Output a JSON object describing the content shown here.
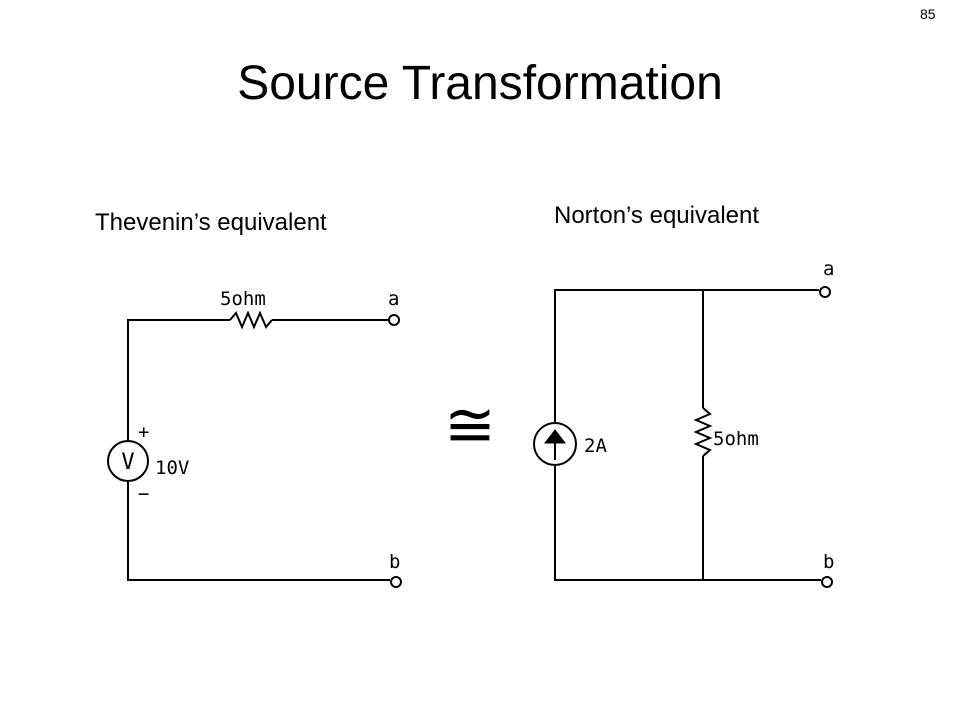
{
  "slide": {
    "page_number": "85",
    "title": "Source Transformation"
  },
  "thevenin": {
    "heading": "Thevenin’s equivalent",
    "resistor_label": "5ohm",
    "voltage_label": "10V",
    "source_symbol": "V",
    "plus_sign": "+",
    "minus_sign": "−",
    "terminal_a": "a",
    "terminal_b": "b"
  },
  "norton": {
    "heading": "Norton’s equivalent",
    "current_label": "2A",
    "resistor_label": "5ohm",
    "terminal_a": "a",
    "terminal_b": "b"
  },
  "equivalence_symbol": "≅"
}
